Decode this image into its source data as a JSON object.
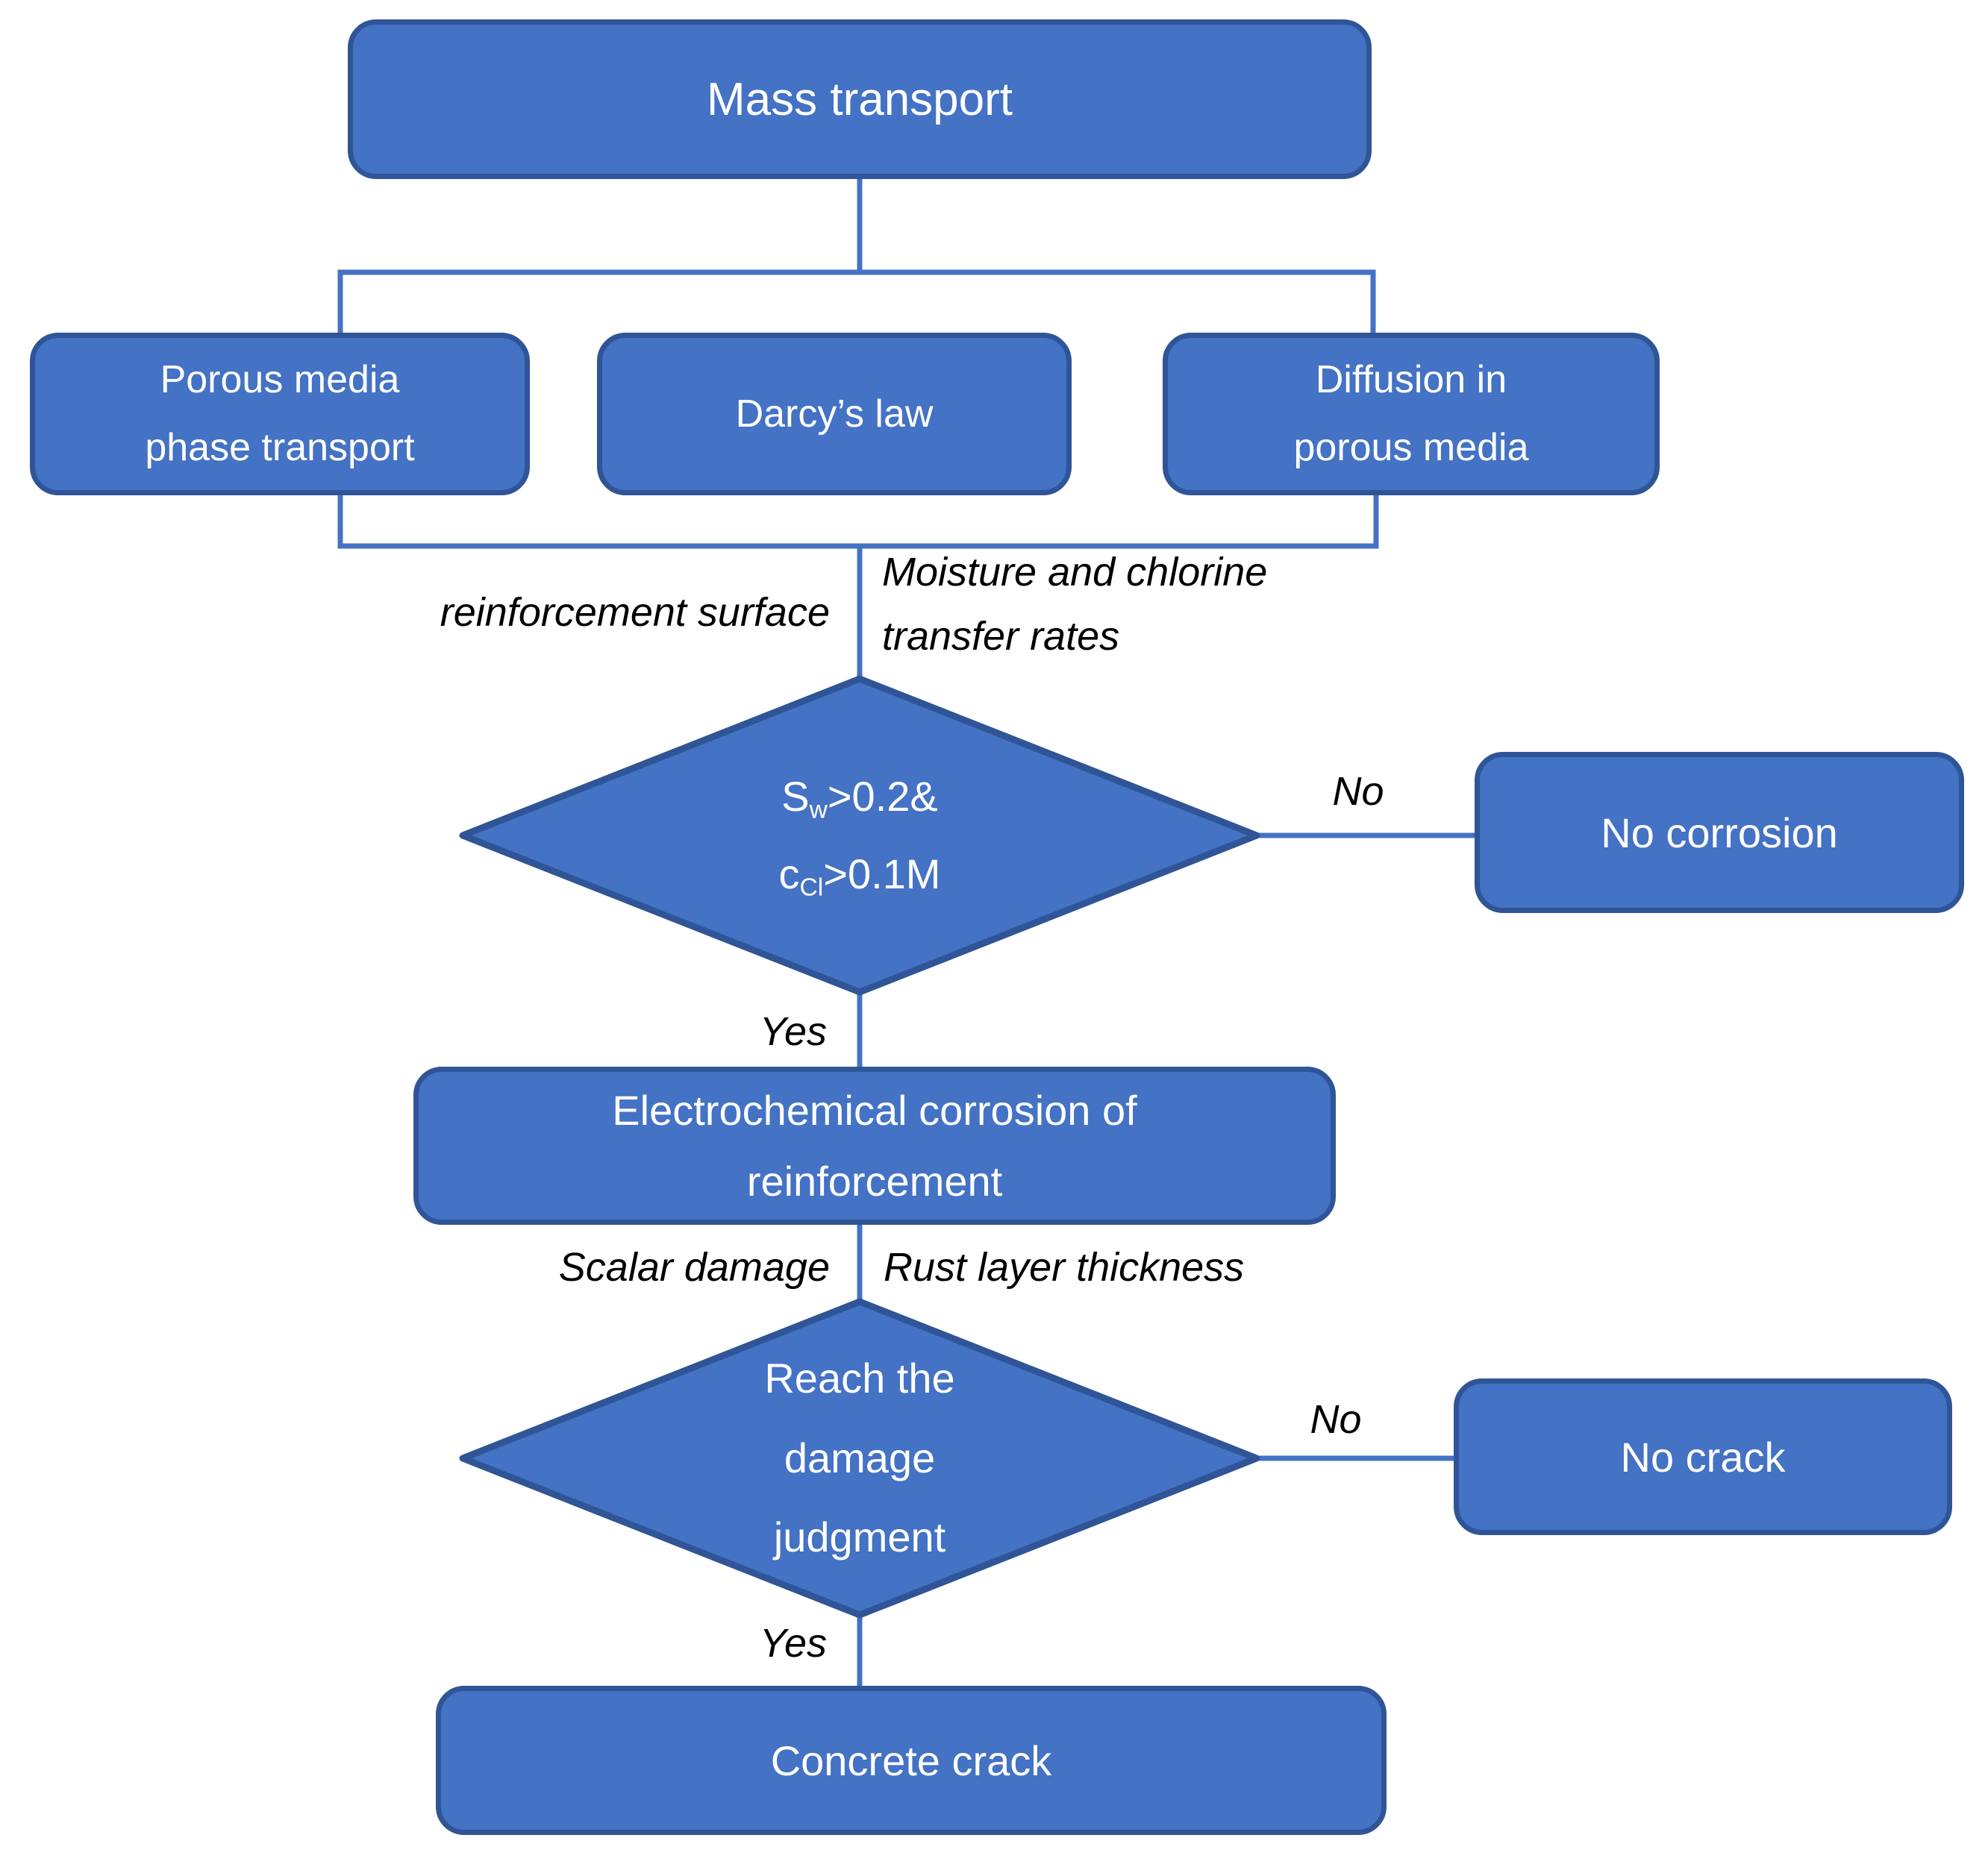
{
  "diagram": {
    "colors": {
      "node_fill": "#4472C4",
      "node_border": "#2F5597",
      "connector": "#4472C4",
      "node_text": "#FFFFFF",
      "label_text": "#000000",
      "background": "#FFFFFF"
    },
    "nodes": {
      "mass_transport": {
        "label": "Mass transport"
      },
      "porous_media": {
        "line1": "Porous media",
        "line2": "phase transport"
      },
      "darcys_law": {
        "label": "Darcy’s law"
      },
      "diffusion": {
        "line1": "Diffusion in",
        "line2": "porous media"
      },
      "decision1": {
        "line1": {
          "base": "S",
          "sub": "w",
          "rest": ">0.2&"
        },
        "line2": {
          "base": "c",
          "sub": "Cl",
          "rest": ">0.1M"
        }
      },
      "no_corrosion": {
        "label": "No corrosion"
      },
      "electrochemical": {
        "line1": "Electrochemical corrosion of",
        "line2": "reinforcement"
      },
      "decision2": {
        "line1": "Reach the",
        "line2": "damage",
        "line3": "judgment"
      },
      "no_crack": {
        "label": "No crack"
      },
      "concrete_crack": {
        "label": "Concrete crack"
      }
    },
    "edge_labels": {
      "reinforcement_surface": "reinforcement surface",
      "moisture_line1": "Moisture and chlorine",
      "moisture_line2": "transfer rates",
      "decision1_no": "No",
      "decision1_yes": "Yes",
      "scalar_damage": "Scalar damage",
      "rust_layer_thickness": "Rust layer thickness",
      "decision2_no": "No",
      "decision2_yes": "Yes"
    }
  }
}
